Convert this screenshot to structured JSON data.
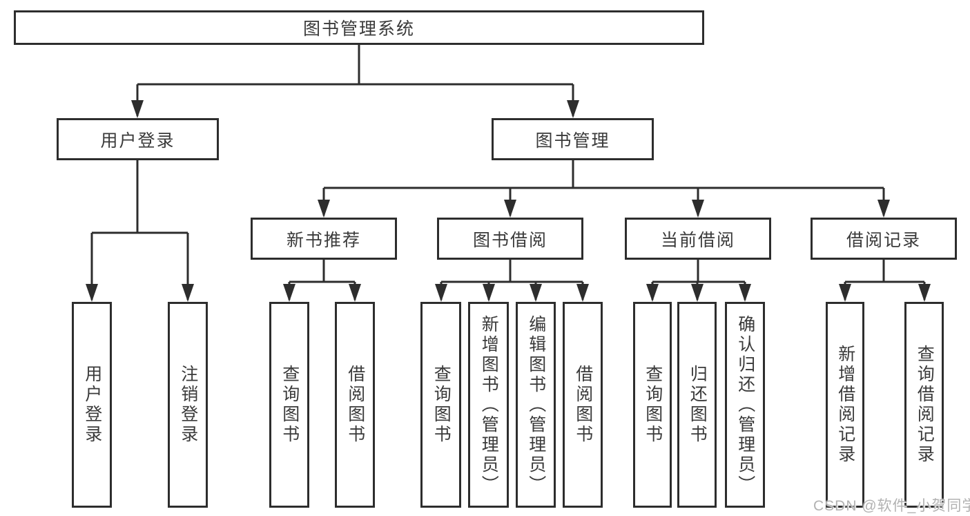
{
  "tree": {
    "root": "图书管理系统",
    "children": [
      {
        "label": "用户登录",
        "children": [
          {
            "label": "用户登录"
          },
          {
            "label": "注销登录"
          }
        ]
      },
      {
        "label": "图书管理",
        "children": [
          {
            "label": "新书推荐",
            "children": [
              {
                "label": "查询图书"
              },
              {
                "label": "借阅图书"
              }
            ]
          },
          {
            "label": "图书借阅",
            "children": [
              {
                "label": "查询图书"
              },
              {
                "label": "新增图书（管理员）"
              },
              {
                "label": "编辑图书（管理员）"
              },
              {
                "label": "借阅图书"
              }
            ]
          },
          {
            "label": "当前借阅",
            "children": [
              {
                "label": "查询图书"
              },
              {
                "label": "归还图书"
              },
              {
                "label": "确认归还（管理员）"
              }
            ]
          },
          {
            "label": "借阅记录",
            "children": [
              {
                "label": "新增借阅记录"
              },
              {
                "label": "查询借阅记录"
              }
            ]
          }
        ]
      }
    ]
  },
  "watermark": {
    "text": "CSDN @软件_小贺同学"
  },
  "colors": {
    "line": "#2d2d2d",
    "text": "#3a3a3a",
    "box_background": "#ffffff",
    "watermark": "#b2b2b2",
    "background": "#ffffff"
  }
}
